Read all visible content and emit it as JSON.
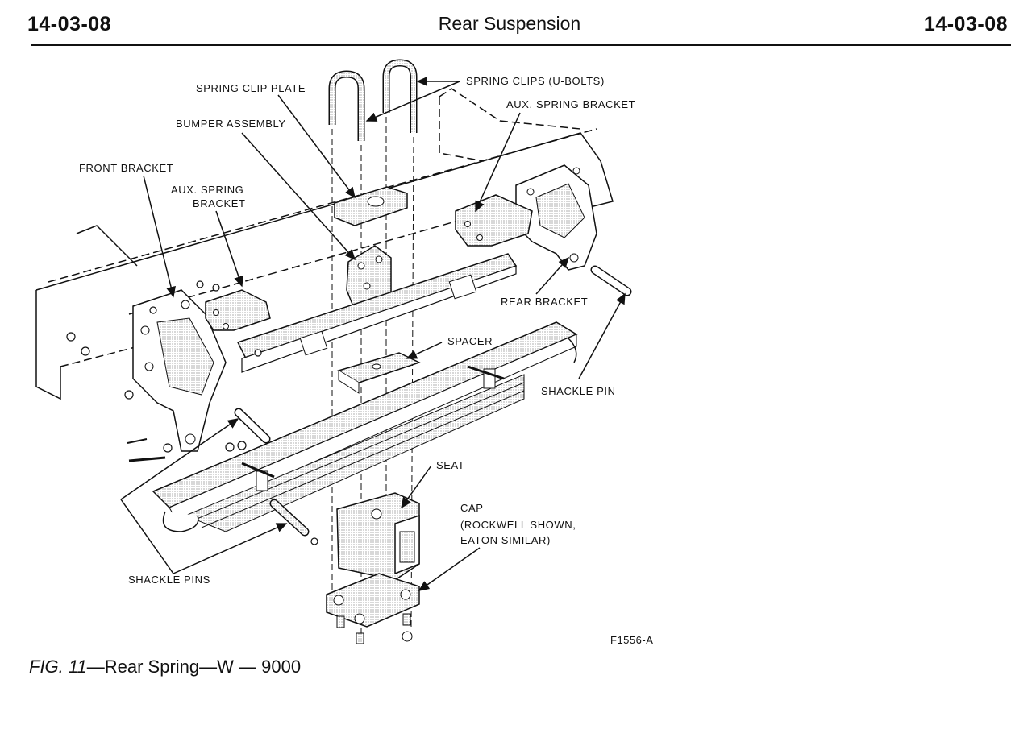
{
  "header": {
    "page_left": "14-03-08",
    "title": "Rear Suspension",
    "page_right": "14-03-08"
  },
  "labels": {
    "spring_clips": "SPRING CLIPS (U-BOLTS)",
    "spring_clip_plate": "SPRING CLIP PLATE",
    "aux_spring_bracket_right": "AUX. SPRING BRACKET",
    "bumper_assembly": "BUMPER ASSEMBLY",
    "front_bracket": "FRONT BRACKET",
    "aux_spring_bracket_left_1": "AUX. SPRING",
    "aux_spring_bracket_left_2": "BRACKET",
    "rear_bracket": "REAR BRACKET",
    "spacer": "SPACER",
    "shackle_pin": "SHACKLE PIN",
    "seat": "SEAT",
    "cap_1": "CAP",
    "cap_2": "(ROCKWELL SHOWN,",
    "cap_3": "EATON SIMILAR)",
    "shackle_pins": "SHACKLE PINS"
  },
  "figure": {
    "code": "F1556-A",
    "number": "FIG.  11",
    "caption": "—Rear  Spring—W — 9000"
  }
}
